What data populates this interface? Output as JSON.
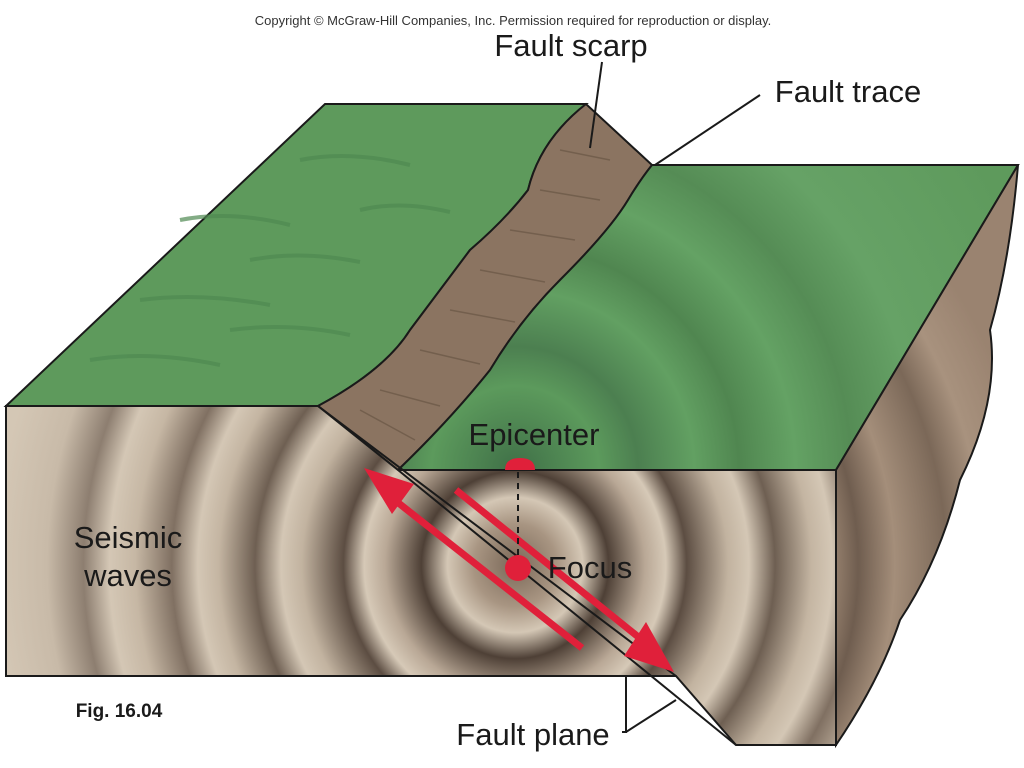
{
  "copyright": "Copyright © McGraw-Hill Companies, Inc. Permission required for reproduction or display.",
  "labels": {
    "fault_scarp": "Fault scarp",
    "fault_trace": "Fault trace",
    "epicenter": "Epicenter",
    "seismic_line1": "Seismic",
    "seismic_line2": "waves",
    "focus": "Focus",
    "fault_plane": "Fault plane"
  },
  "figure_number": "Fig. 16.04",
  "colors": {
    "ground": "#5e9a5c",
    "soil": "#c4b5a2",
    "side": "#9a8370",
    "scarp": "#8b7461",
    "wave_dark": "#5a4c40",
    "arrow": "#e0203a"
  }
}
